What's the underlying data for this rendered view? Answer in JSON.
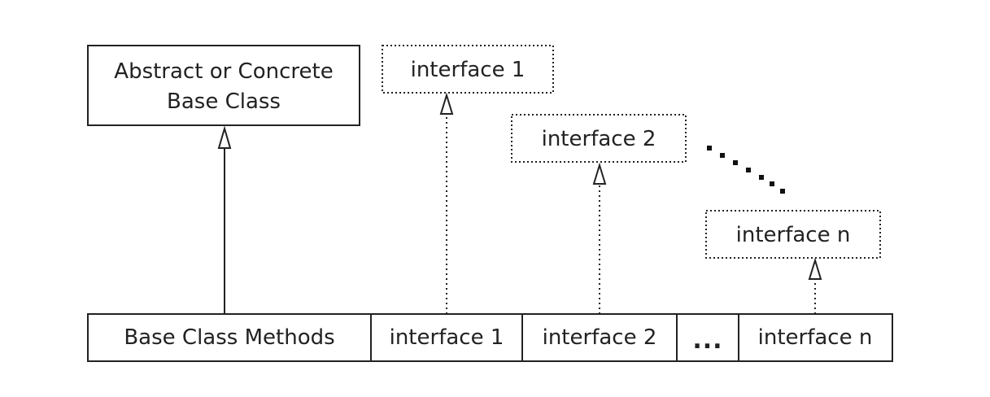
{
  "base_class": {
    "line1": "Abstract or Concrete",
    "line2": "Base Class"
  },
  "interfaces": {
    "i1": "interface 1",
    "i2": "interface 2",
    "in": "interface n"
  },
  "row": {
    "base_methods": "Base Class Methods",
    "i1": "interface 1",
    "i2": "interface 2",
    "ellipsis": "...",
    "in": "interface n"
  }
}
